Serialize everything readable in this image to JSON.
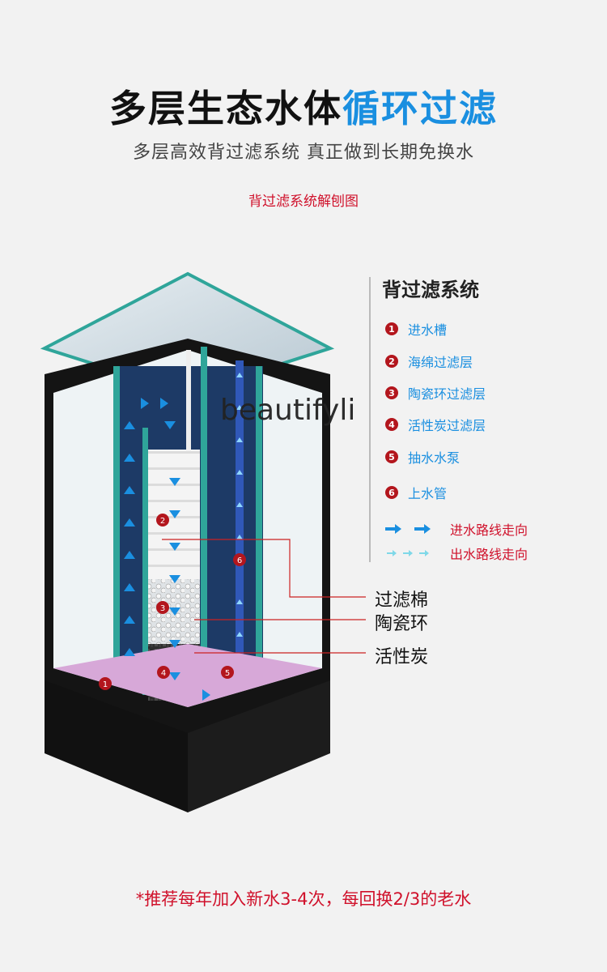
{
  "header": {
    "title_main": "多层生态水体",
    "title_highlight": "循环过滤",
    "subtitle": "多层高效背过滤系统 真正做到长期免换水",
    "diagram_caption": "背过滤系统解刨图"
  },
  "legend": {
    "title": "背过滤系统",
    "items": [
      {
        "num": "1",
        "label": "进水槽"
      },
      {
        "num": "2",
        "label": "海绵过滤层"
      },
      {
        "num": "3",
        "label": "陶瓷环过滤层"
      },
      {
        "num": "4",
        "label": "活性炭过滤层"
      },
      {
        "num": "5",
        "label": "抽水水泵"
      },
      {
        "num": "6",
        "label": "上水管"
      }
    ],
    "routes": [
      {
        "label": "进水路线走向"
      },
      {
        "label": "出水路线走向"
      }
    ]
  },
  "callouts": [
    "过滤棉",
    "陶瓷环",
    "活性炭"
  ],
  "watermark": "beautifyli",
  "footnote": "*推荐每年加入新水3-4次，每回换2/3的老水",
  "colors": {
    "accent": "#1a8fe0",
    "red": "#d0112b",
    "badge": "#b3161d",
    "tank_frame": "#111111",
    "glass": "#2fa59a",
    "water": "#1d3a66"
  }
}
